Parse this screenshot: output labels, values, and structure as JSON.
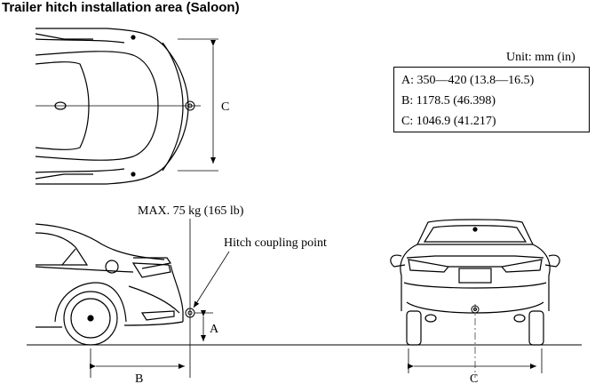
{
  "title": "Trailer hitch installation area (Saloon)",
  "unit_label": "Unit: mm (in)",
  "specs": [
    "A: 350—420 (13.8—16.5)",
    "B: 1178.5 (46.398)",
    "C: 1046.9 (41.217)"
  ],
  "labels": {
    "max_load": "MAX. 75 kg (165 lb)",
    "hitch_point": "Hitch coupling point",
    "dim_a": "A",
    "dim_b": "B",
    "dim_c_top": "C",
    "dim_c_rear": "C"
  }
}
